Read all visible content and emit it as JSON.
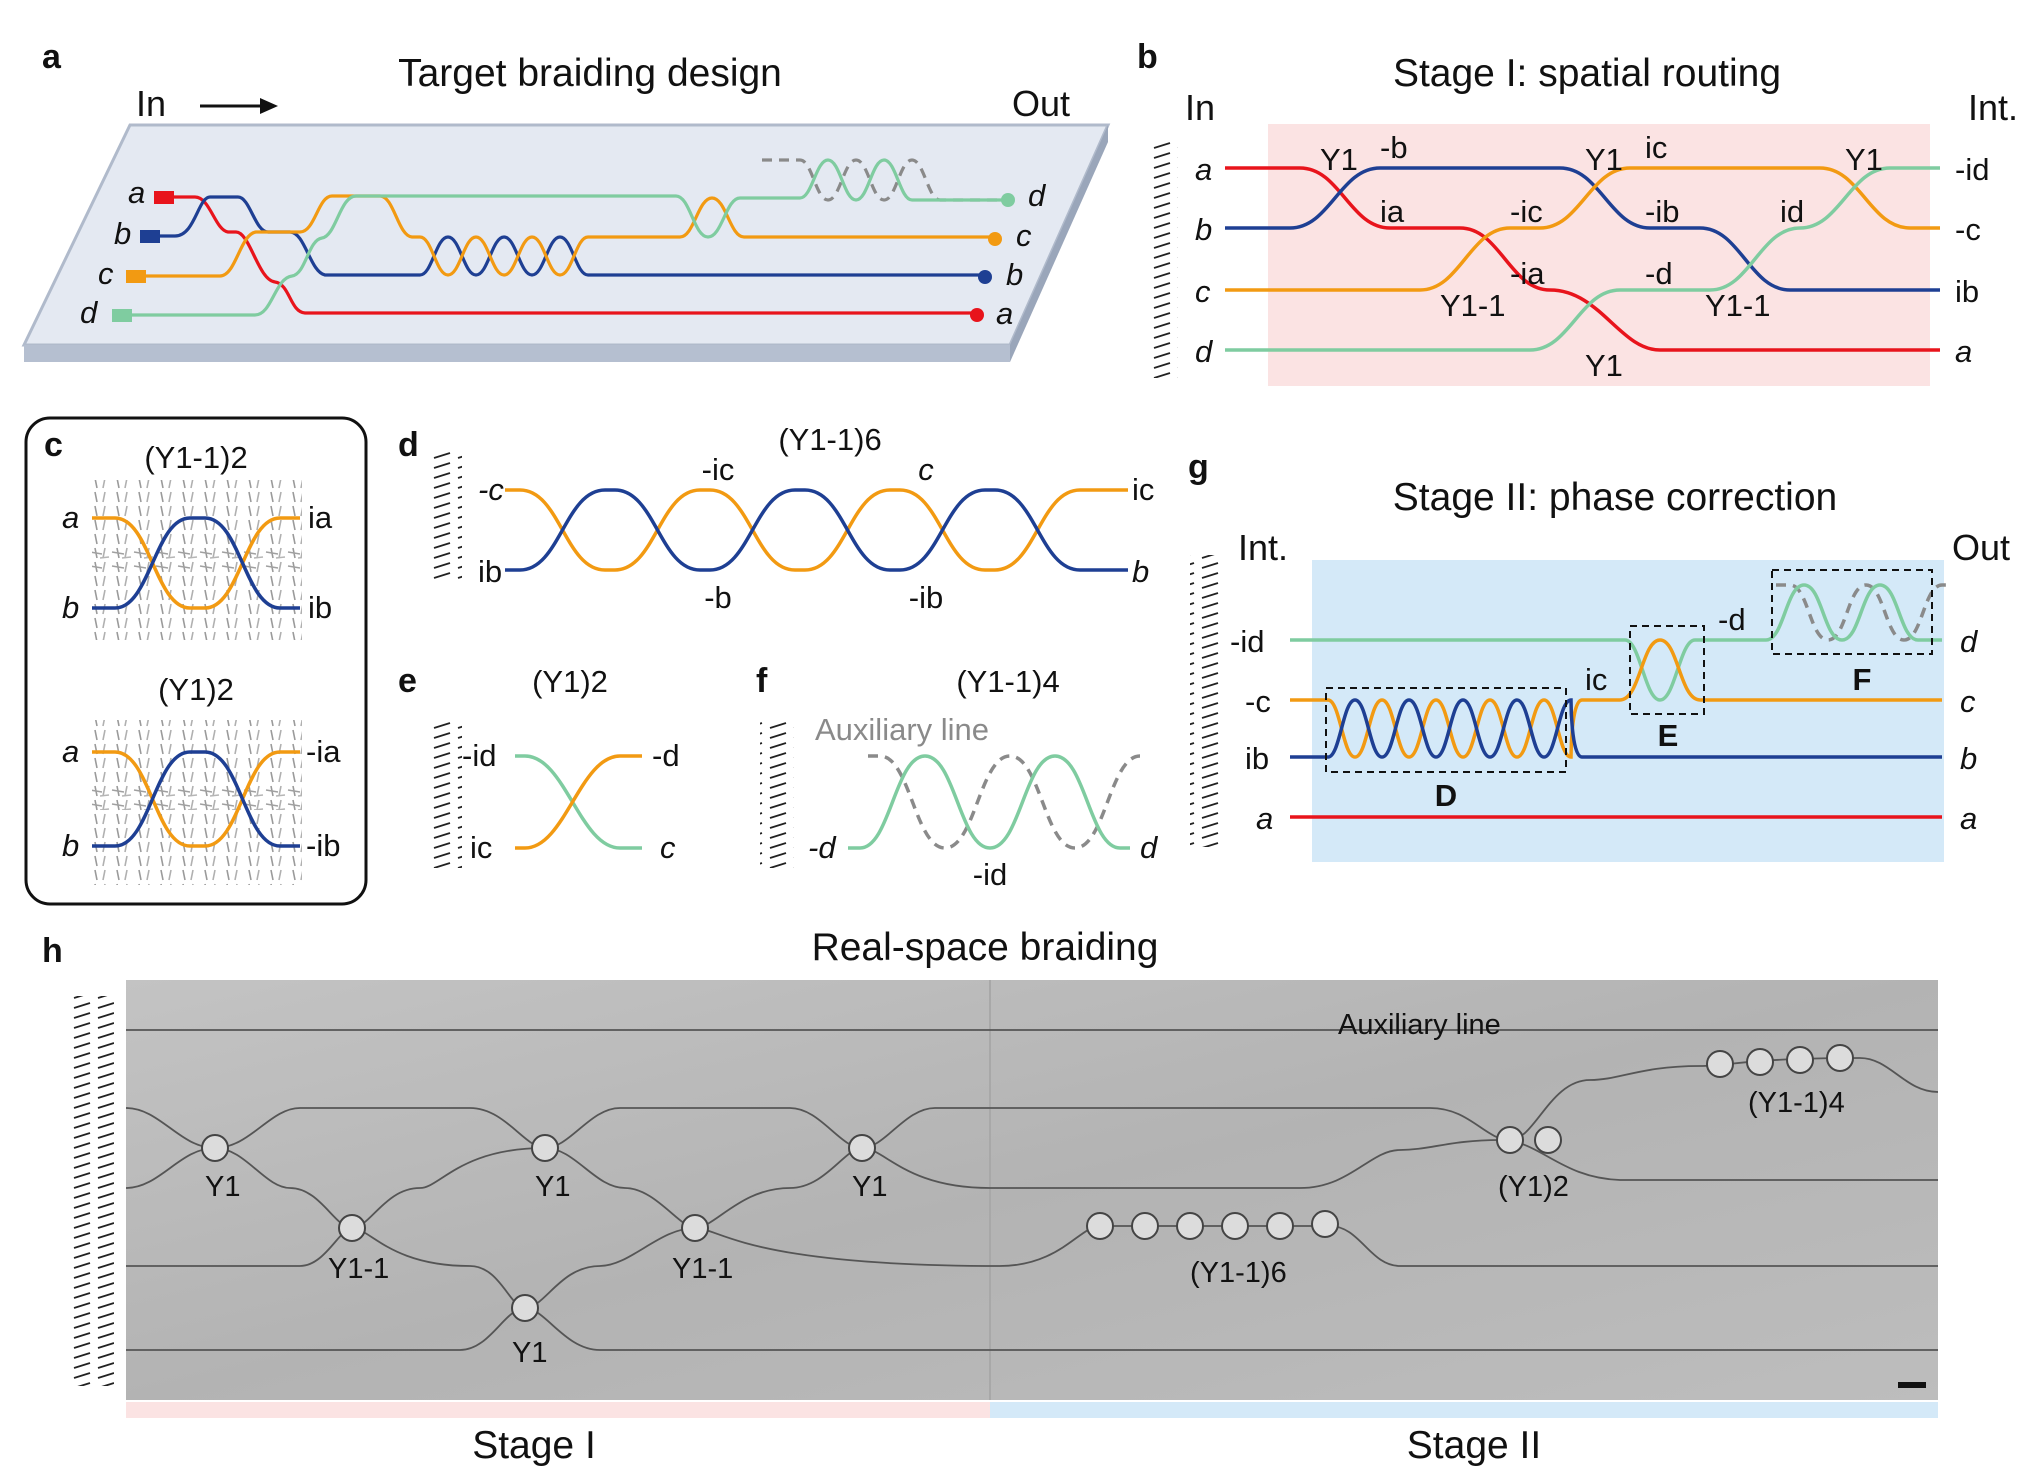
{
  "colors": {
    "red": "#e8141c",
    "blue": "#1e3f93",
    "orange": "#f29a12",
    "green": "#7fcca0",
    "grey": "#8a8a8a",
    "stage1_bg": "#fbe3e3",
    "stage2_bg": "#d4e9f8",
    "chip_top": "#e4e9f2",
    "chip_side": "#b5bfd0",
    "micro_bg": "#b9b9b9"
  },
  "panel_a": {
    "letter": "a",
    "title": "Target braiding design",
    "in_label": "In",
    "out_label": "Out",
    "inputs": [
      "a",
      "b",
      "c",
      "d"
    ],
    "outputs": [
      "d",
      "c",
      "b",
      "a"
    ]
  },
  "panel_b": {
    "letter": "b",
    "title": "Stage I: spatial routing",
    "in_label": "In",
    "out_label": "Int.",
    "inputs": [
      "a",
      "b",
      "c",
      "d"
    ],
    "outputs": [
      "-id",
      "-c",
      "ib",
      "a"
    ],
    "gates": [
      "Y1",
      "Y1",
      "Y1",
      "Y1-1",
      "Y1-1",
      "Y1"
    ],
    "annotations": [
      "-b",
      "ia",
      "-ic",
      "-ia",
      "ic",
      "-ib",
      "id",
      "-d"
    ]
  },
  "panel_c": {
    "letter": "c",
    "top": {
      "label": "(Y1-1)2",
      "in": [
        "a",
        "b"
      ],
      "out": [
        "ia",
        "ib"
      ]
    },
    "bottom": {
      "label": "(Y1)2",
      "in": [
        "a",
        "b"
      ],
      "out": [
        "-ia",
        "-ib"
      ]
    }
  },
  "panel_d": {
    "letter": "d",
    "label": "(Y1-1)6",
    "in": [
      "-c",
      "ib"
    ],
    "out": [
      "ic",
      "b"
    ],
    "top_annotations": [
      "-ic",
      "c"
    ],
    "bottom_annotations": [
      "-b",
      "-ib"
    ]
  },
  "panel_e": {
    "letter": "e",
    "label": "(Y1)2",
    "in": [
      "-id",
      "ic"
    ],
    "out": [
      "-d",
      "c"
    ]
  },
  "panel_f": {
    "letter": "f",
    "label": "(Y1-1)4",
    "aux": "Auxiliary line",
    "in": "-d",
    "out": "d",
    "mid": "-id"
  },
  "panel_g": {
    "letter": "g",
    "title": "Stage II: phase correction",
    "in_label": "Int.",
    "out_label": "Out",
    "inputs": [
      "-id",
      "-c",
      "ib",
      "a"
    ],
    "outputs": [
      "d",
      "c",
      "b",
      "a"
    ],
    "mid": [
      "ic",
      "-d"
    ],
    "boxes": [
      "D",
      "E",
      "F"
    ]
  },
  "panel_h": {
    "letter": "h",
    "title": "Real-space braiding",
    "aux": "Auxiliary line",
    "stage1": "Stage I",
    "stage2": "Stage II",
    "gates": [
      "Y1",
      "Y1",
      "Y1",
      "Y1-1",
      "Y1-1",
      "Y1"
    ],
    "groups": [
      "(Y1-1)6",
      "(Y1)2",
      "(Y1-1)4"
    ]
  }
}
